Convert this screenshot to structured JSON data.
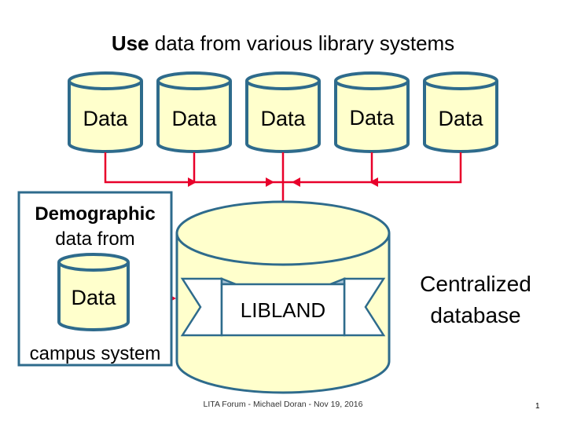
{
  "title": {
    "bold": "Use",
    "rest": " data from various library systems"
  },
  "sources": [
    "Data",
    "Data",
    "Data",
    "Data",
    "Data"
  ],
  "campus": {
    "line1": "Demographic",
    "line2": "data from",
    "data_label": "Data",
    "line3": "campus system"
  },
  "center_banner": "LIBLAND",
  "side_label": {
    "line1": "Centralized",
    "line2": "database"
  },
  "footer": "LITA Forum - Michael Doran - Nov 19, 2016",
  "page_number": "1",
  "colors": {
    "cylinder_fill": "#ffffcc",
    "cylinder_stroke": "#2e6b8c",
    "arrow": "#e8002a",
    "box_stroke": "#2e6b8c"
  }
}
